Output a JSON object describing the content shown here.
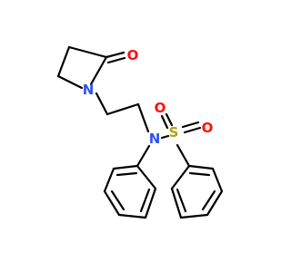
{
  "molecule": {
    "atoms": [
      {
        "id": "O1",
        "symbol": "O",
        "color": "#ff0d0d"
      },
      {
        "id": "N1",
        "symbol": "N",
        "color": "#3050f8"
      },
      {
        "id": "N2",
        "symbol": "N",
        "color": "#3050f8"
      },
      {
        "id": "S1",
        "symbol": "S",
        "color": "#b2a012"
      },
      {
        "id": "O2",
        "symbol": "O",
        "color": "#ff0d0d"
      },
      {
        "id": "O3",
        "symbol": "O",
        "color": "#ff0d0d"
      }
    ],
    "bond_color": "#000000"
  }
}
